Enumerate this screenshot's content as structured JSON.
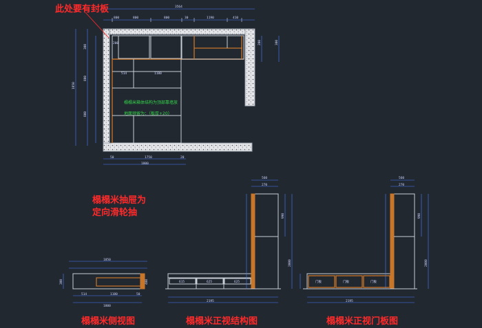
{
  "annotation_top": "此处要有封板",
  "note_lines": [
    "榻榻米抽屉为",
    "定向滑轮抽"
  ],
  "captions": {
    "side_view": "榻榻米侧视图",
    "front_structure": "榻榻米正视结构图",
    "front_door": "榻榻米正视门板图"
  },
  "plan_notes": [
    "榻榻米箱体结构为顶部靠墙放",
    "地面预留为：（板厚+20）"
  ],
  "plan_dims": {
    "top_total": "3564",
    "top_parts": [
      "800",
      "800",
      "800",
      "30",
      "1190",
      "410"
    ],
    "top_small": "200",
    "left_total": "1850",
    "left_parts": [
      "300",
      "800",
      "800"
    ],
    "mid_small": "514",
    "mid_span": "1180",
    "right_parts": [
      "200",
      "300"
    ],
    "bottom_span": "1750",
    "bottom_total": "1800",
    "bottom_left": "50",
    "bottom_right": "20"
  },
  "side_dims": {
    "top": "1850",
    "bottom": "1800",
    "parts": [
      "514",
      "1180",
      "50"
    ],
    "h": "300",
    "h2": "400"
  },
  "front_struct_dims": {
    "width": "2195",
    "col_top": "560",
    "col_small": "270",
    "h_upper": "990",
    "h_total": "2000",
    "cells": [
      "615",
      "625",
      "625"
    ]
  },
  "front_door_dims": {
    "width": "2195",
    "col_top": "560",
    "col_small": "270",
    "h_upper": "990",
    "h_total": "2000",
    "door_texts": [
      "门板",
      "门板",
      "门板"
    ]
  },
  "colors": {
    "wall": "#dfe3ea",
    "panel": "#c8762a",
    "frame": "#c9ced6",
    "dim": "#cfd6ff",
    "red": "#ff2a2a",
    "green": "#34d44a"
  }
}
